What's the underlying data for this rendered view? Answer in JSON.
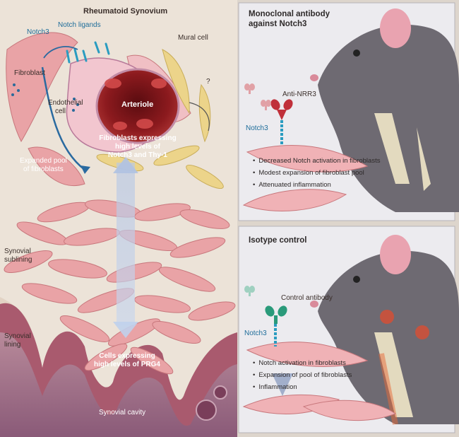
{
  "left": {
    "title": "Rheumatoid Synovium",
    "notch_ligands": "Notch ligands",
    "notch3": "Notch3",
    "mural_cell": "Mural cell",
    "question": "?",
    "fibroblast": "Fibroblast",
    "endothelial_1": "Endothelial",
    "endothelial_2": "cell",
    "arteriole": "Arteriole",
    "fib_high_1": "Fibroblasts expressing",
    "fib_high_2": "high levels of",
    "fib_high_3": "Notch3 and Thy-1",
    "expanded_1": "Expanded pool",
    "expanded_2": "of fibroblasts",
    "sublining_1": "Synovial",
    "sublining_2": "sublining",
    "lining_1": "Synovial",
    "lining_2": "lining",
    "prg4_1": "Cells expressing",
    "prg4_2": "high levels of PRG4",
    "cavity": "Synovial cavity"
  },
  "top_panel": {
    "title_1": "Monoclonal antibody",
    "title_2": "against Notch3",
    "antibody": "Anti-NRR3",
    "notch3": "Notch3",
    "bullets": [
      "Decreased Notch activation in fibroblasts",
      "Modest expansion of fibroblast pool",
      "Attenuated inflammation"
    ]
  },
  "bottom_panel": {
    "title": "Isotype control",
    "antibody": "Control antibody",
    "notch3": "Notch3",
    "bullets": [
      "Notch activation in fibroblasts",
      "Expansion of pool of fibroblasts",
      "Inflammation"
    ]
  },
  "colors": {
    "cell_pink": "#e9a3a6",
    "nucleus": "#c9666e",
    "notch_blue": "#2a9cc0",
    "antibody_red": "#c0303a",
    "antibody_green": "#2a9a7a",
    "panel_bg": "#ecebef",
    "arteriole": "#7a1418"
  }
}
